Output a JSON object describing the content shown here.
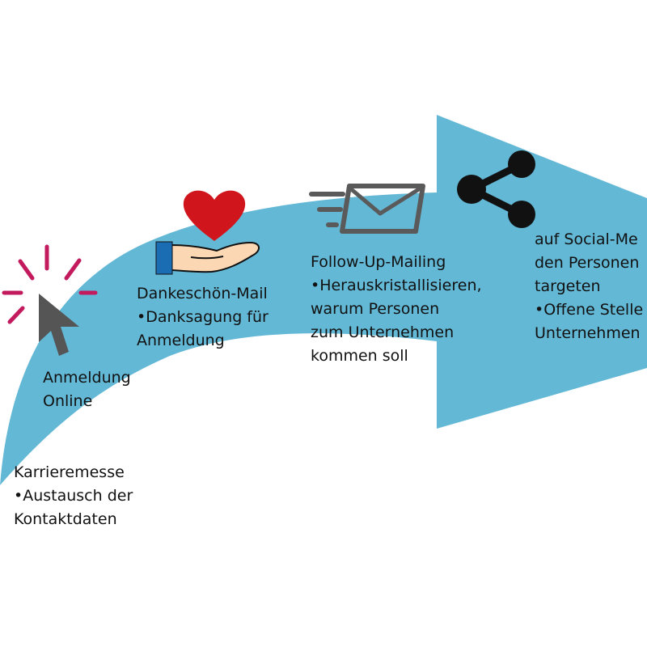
{
  "colors": {
    "arrow": "#63b8d6",
    "click_rays": "#c3195d",
    "cursor": "#555555",
    "heart": "#d0161c",
    "sleeve": "#1b6db3",
    "hand": "#fbd7b3",
    "envelope": "#5a5a5a",
    "share": "#111111",
    "text": "#111111"
  },
  "icons": {
    "click": "cursor-click-icon",
    "thanks": "heart-in-hand-icon",
    "mailing": "fast-envelope-icon",
    "social": "share-icon"
  },
  "steps": {
    "career_fair": {
      "title": "Karrieremesse",
      "bullet_1": "•Austausch der",
      "bullet_2": "Kontaktdaten"
    },
    "online_signup": {
      "line_1": "Anmeldung",
      "line_2": "Online"
    },
    "thank_you_mail": {
      "title": "Dankeschön-Mail",
      "bullet_1": "•Danksagung für",
      "bullet_2": "Anmeldung"
    },
    "follow_up": {
      "title": "Follow-Up-Mailing",
      "bullet_1": "•Herauskristallisieren,",
      "bullet_2": "warum Personen",
      "bullet_3": "zum Unternehmen",
      "bullet_4": "kommen soll"
    },
    "social_media": {
      "line_1": "auf Social-Me",
      "line_2": "den Personen",
      "line_3": "targeten",
      "bullet_1": "•Offene Stelle",
      "bullet_2": "Unternehmen"
    }
  }
}
